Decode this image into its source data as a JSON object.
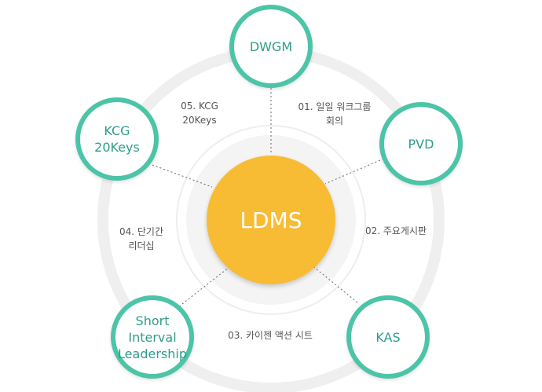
{
  "center": {
    "label": "LDMS"
  },
  "nodes": [
    {
      "id": "dwgm",
      "label": "DWGM"
    },
    {
      "id": "pvd",
      "label": "PVD"
    },
    {
      "id": "kas",
      "label": "KAS"
    },
    {
      "id": "short-interval-leadership",
      "label": "Short Interval\nLeadership"
    },
    {
      "id": "kcg-20keys",
      "label": "KCG\n20Keys"
    }
  ],
  "edge_labels": [
    {
      "id": "01",
      "label": "01. 일일 워크그룹\n회의"
    },
    {
      "id": "02",
      "label": "02. 주요게시판"
    },
    {
      "id": "03",
      "label": "03. 카이젠 액션 시트"
    },
    {
      "id": "04",
      "label": "04. 단기간\n리더십"
    },
    {
      "id": "05",
      "label": "05. KCG\n20Keys"
    }
  ],
  "colors": {
    "node_border": "#4cc4a8",
    "node_text": "#2e9c8a",
    "center_fill": "#f8bb34",
    "ring": "#eeeeee"
  }
}
